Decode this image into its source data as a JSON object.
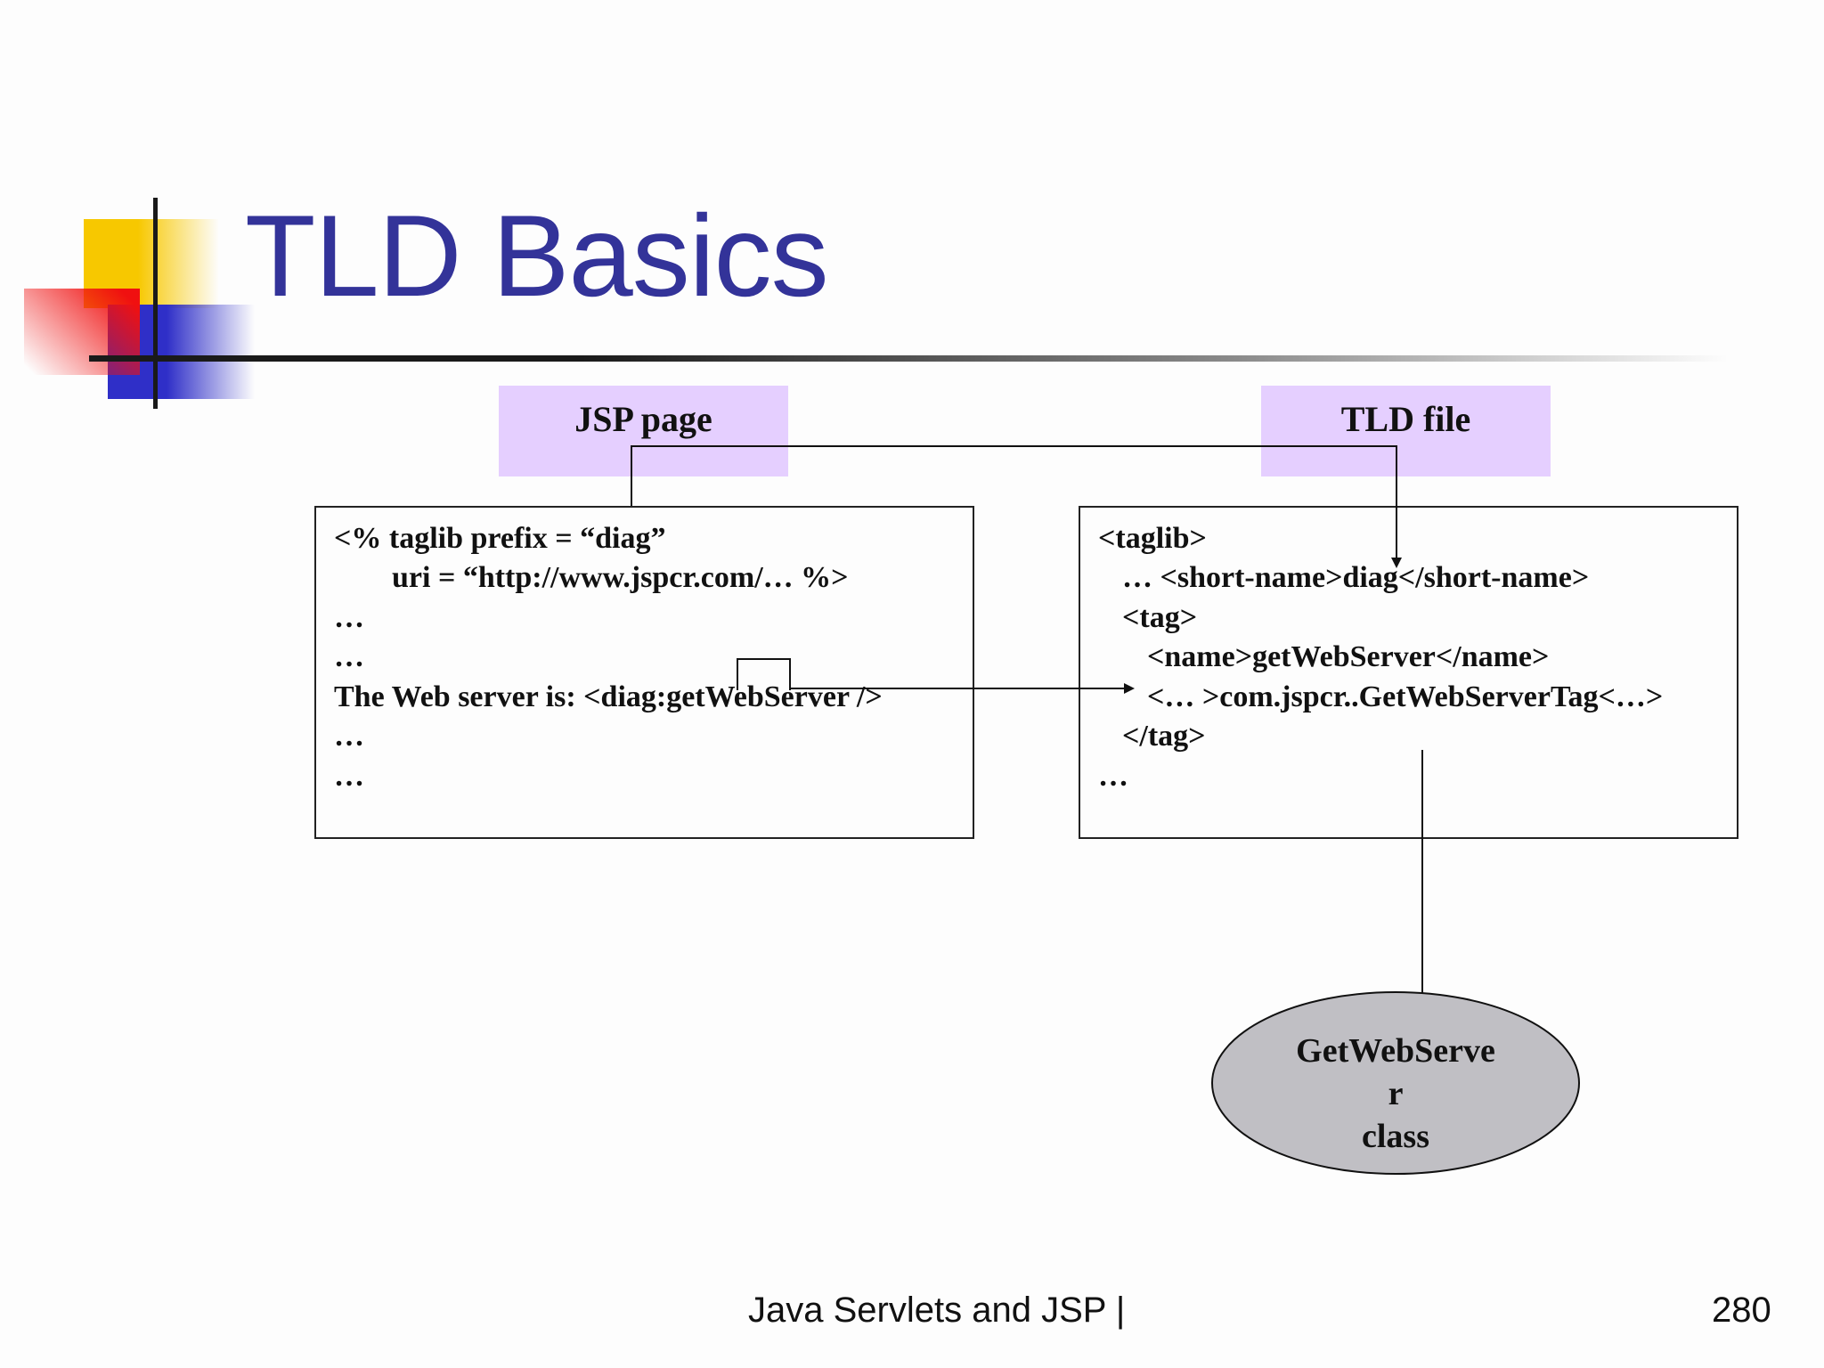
{
  "slide": {
    "title": "TLD Basics",
    "footer_text": "Java Servlets and JSP |",
    "page_number": "280"
  },
  "jsp": {
    "header": "JSP page",
    "lines": [
      "<% taglib prefix = “diag”",
      "uri = “http://www.jspcr.com/… %>",
      "…",
      "…",
      "The Web server is: <diag:getWebServer />",
      "…",
      "…"
    ]
  },
  "tld": {
    "header": "TLD file",
    "lines": [
      "<taglib>",
      "… <short-name>diag</short-name>",
      "<tag>",
      "<name>getWebServer</name>",
      "<… >com.jspcr..GetWebServerTag<…>",
      "</tag>",
      "…"
    ]
  },
  "class_node": {
    "line1": "GetWebServe",
    "line2": "r",
    "line3": "class"
  },
  "colors": {
    "title": "#333399",
    "header_fill": "#e5cfff",
    "ellipse_fill": "#c0bfc4"
  }
}
